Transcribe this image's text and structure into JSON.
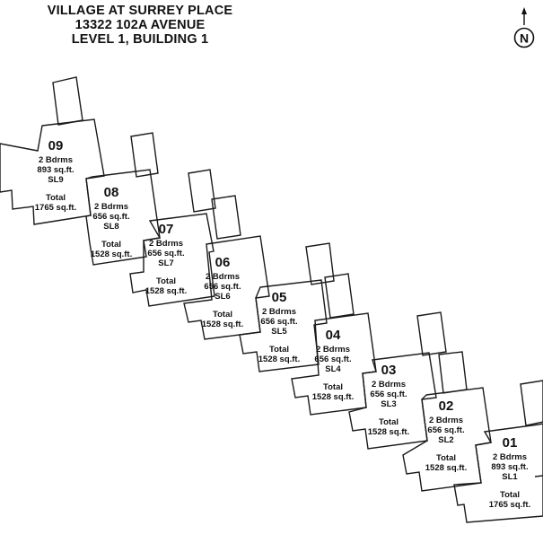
{
  "header": {
    "line1": "VILLAGE AT SURREY PLACE",
    "line2": "13322 102A AVENUE",
    "line3": "LEVEL 1, BUILDING 1"
  },
  "north_label": "N",
  "units": [
    {
      "number": "09",
      "bedrooms": "2 Bdrms",
      "area": "893 sq.ft.",
      "strata_lot": "SL9",
      "total_label": "Total",
      "total_area": "1765 sq.ft."
    },
    {
      "number": "08",
      "bedrooms": "2 Bdrms",
      "area": "656 sq.ft.",
      "strata_lot": "SL8",
      "total_label": "Total",
      "total_area": "1528 sq.ft."
    },
    {
      "number": "07",
      "bedrooms": "2 Bdrms",
      "area": "656 sq.ft.",
      "strata_lot": "SL7",
      "total_label": "Total",
      "total_area": "1528 sq.ft."
    },
    {
      "number": "06",
      "bedrooms": "2 Bdrms",
      "area": "656 sq.ft.",
      "strata_lot": "SL6",
      "total_label": "Total",
      "total_area": "1528 sq.ft."
    },
    {
      "number": "05",
      "bedrooms": "2 Bdrms",
      "area": "656 sq.ft.",
      "strata_lot": "SL5",
      "total_label": "Total",
      "total_area": "1528 sq.ft."
    },
    {
      "number": "04",
      "bedrooms": "2 Bdrms",
      "area": "656 sq.ft.",
      "strata_lot": "SL4",
      "total_label": "Total",
      "total_area": "1528 sq.ft."
    },
    {
      "number": "03",
      "bedrooms": "2 Bdrms",
      "area": "656 sq.ft.",
      "strata_lot": "SL3",
      "total_label": "Total",
      "total_area": "1528 sq.ft."
    },
    {
      "number": "02",
      "bedrooms": "2 Bdrms",
      "area": "656 sq.ft.",
      "strata_lot": "SL2",
      "total_label": "Total",
      "total_area": "1528 sq.ft."
    },
    {
      "number": "01",
      "bedrooms": "2 Bdrms",
      "area": "893 sq.ft.",
      "strata_lot": "SL1",
      "total_label": "Total",
      "total_area": "1765 sq.ft."
    }
  ]
}
